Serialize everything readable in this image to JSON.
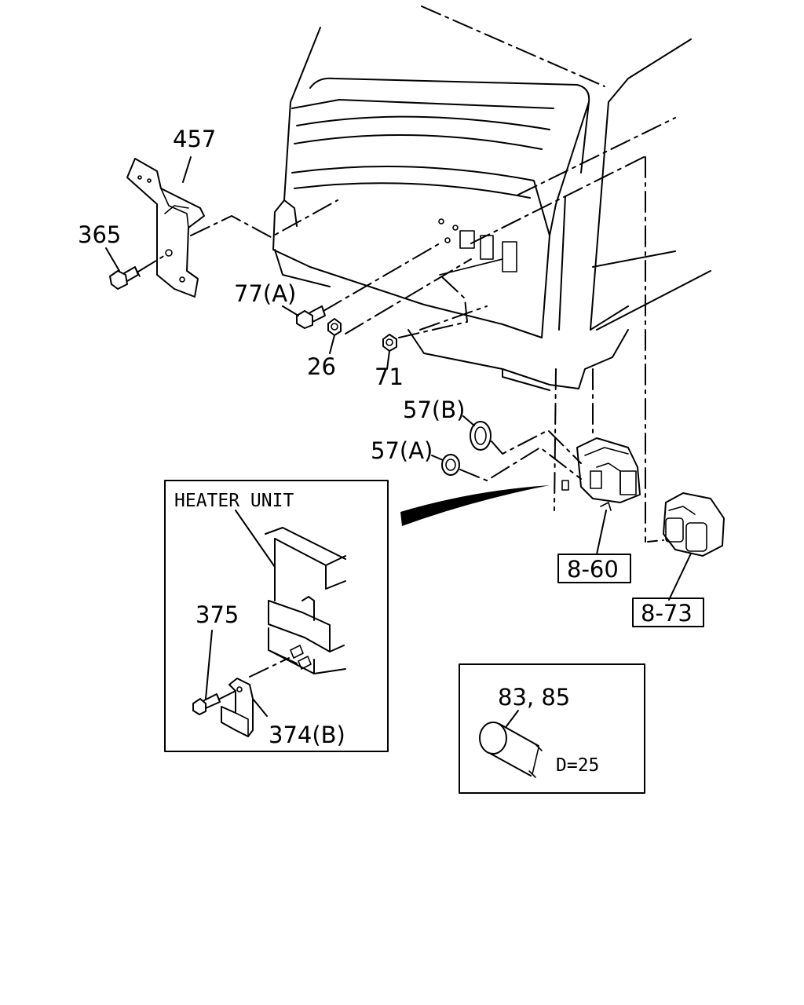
{
  "labels": {
    "p457": "457",
    "p365": "365",
    "p77a": "77(A)",
    "p26": "26",
    "p71": "71",
    "p57b": "57(B)",
    "p57a": "57(A)",
    "p375": "375",
    "p374b": "374(B)",
    "p8_60": "8-60",
    "p8_73": "8-73",
    "p83_85": "83, 85"
  },
  "inset_heater": {
    "title": "HEATER UNIT"
  },
  "inset_plug": {
    "dimension": "D=25"
  },
  "colors": {
    "line": "#000000",
    "background": "#ffffff"
  }
}
